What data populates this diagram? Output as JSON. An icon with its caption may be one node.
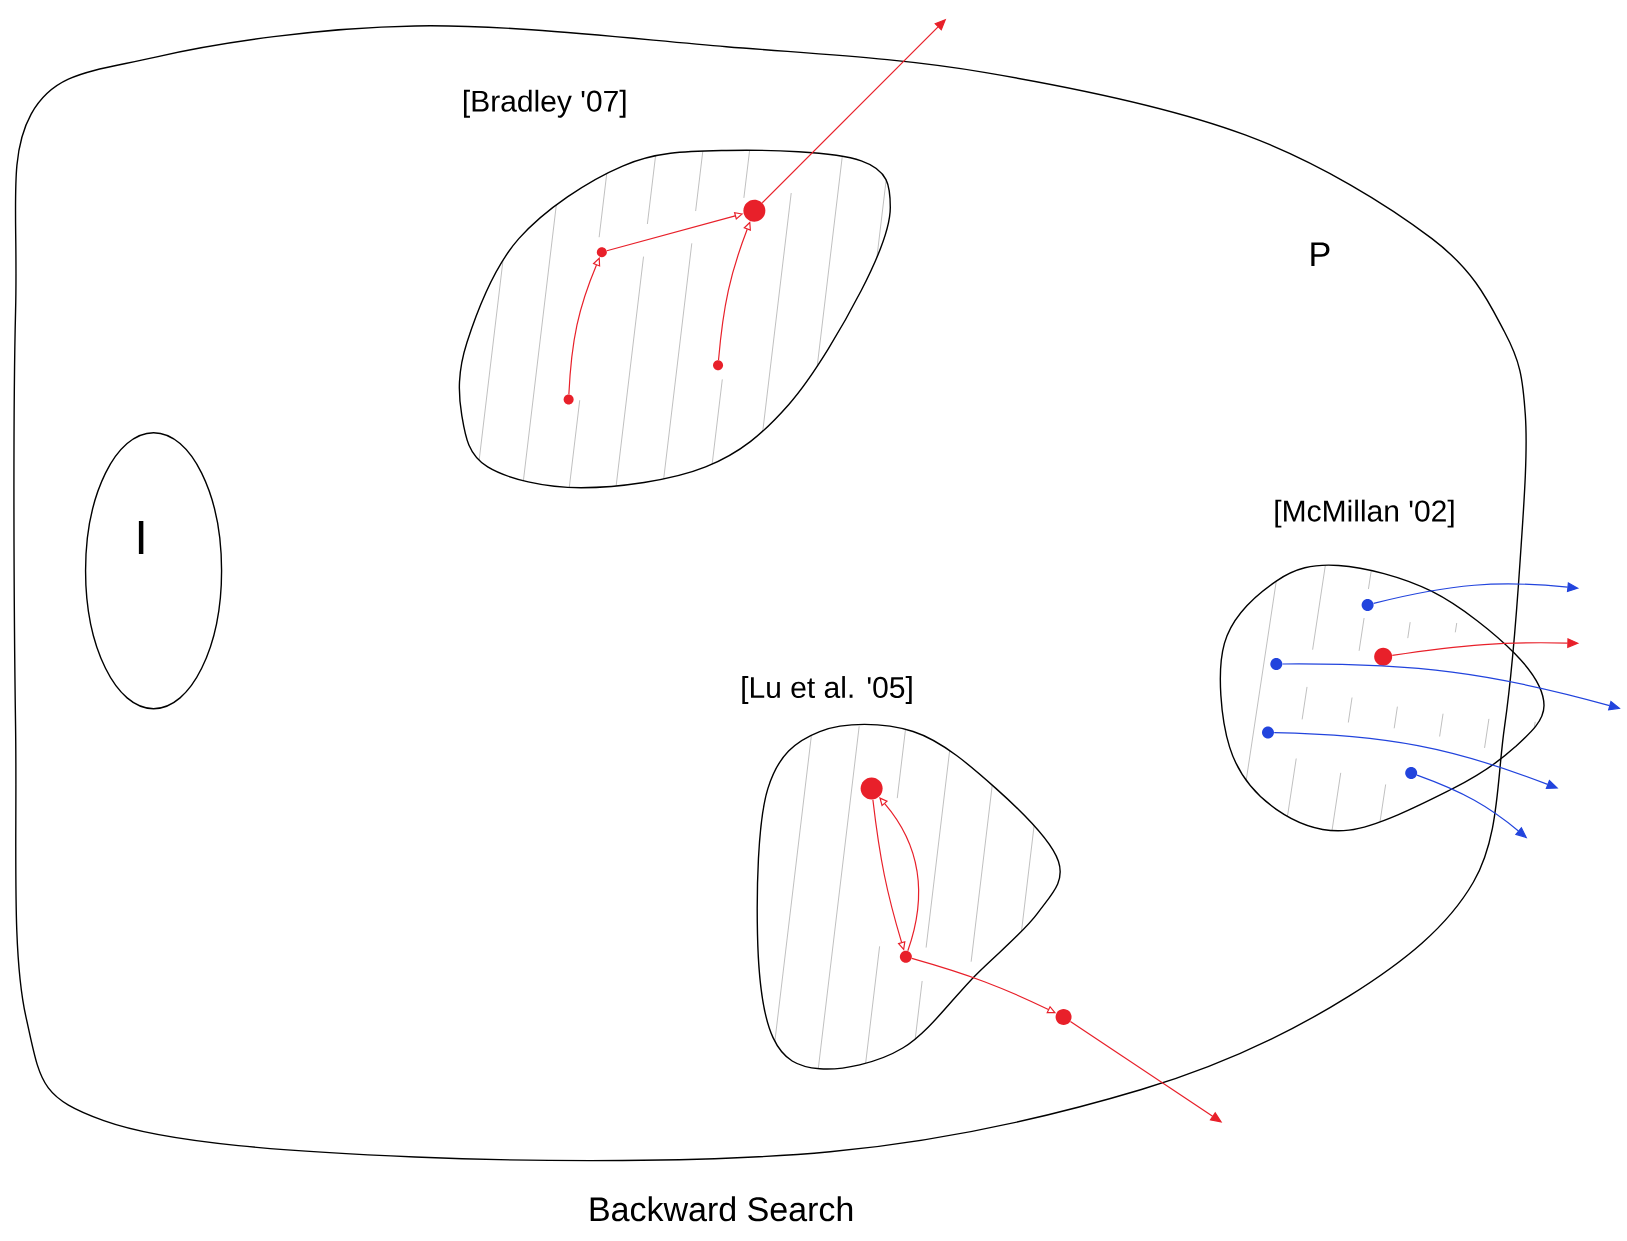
{
  "diagram": {
    "caption": "Backward Search",
    "nodes": [
      {
        "text": [
          "P"
        ]
      },
      {
        "text": [
          "I"
        ],
        "in": 0
      },
      {
        "text": [
          "[Bradley '07]"
        ],
        "in": 0
      },
      {
        "text": [],
        "shape": "circle",
        "in": 2
      },
      {
        "text": [],
        "shape": "circle",
        "in": 2
      },
      {
        "text": [],
        "shape": "circle",
        "in": 2
      },
      {
        "text": [],
        "shape": "circle",
        "in": 2
      },
      {
        "text": [
          "[Lu et al. '05]"
        ],
        "in": 0
      },
      {
        "text": [],
        "shape": "circle",
        "in": 7
      },
      {
        "text": [],
        "shape": "circle",
        "in": 7
      },
      {
        "text": [],
        "shape": "circle",
        "in": 0
      },
      {
        "text": [
          "[McMillan '02]"
        ],
        "in": 0
      },
      {
        "text": [],
        "shape": "circle",
        "in": 11
      },
      {
        "text": [],
        "shape": "circle",
        "in": 11
      },
      {
        "text": [],
        "shape": "circle",
        "in": 11
      },
      {
        "text": [],
        "shape": "circle",
        "in": 11
      },
      {
        "text": [],
        "shape": "circle",
        "in": 11
      }
    ],
    "edges": [
      {
        "from": 3,
        "to": 4,
        "arrow": "to"
      },
      {
        "from": 5,
        "to": 6,
        "arrow": "to"
      },
      {
        "from": 4,
        "to": 6,
        "arrow": "to"
      },
      {
        "from": 6,
        "to": null,
        "arrow": "to"
      },
      {
        "from": 8,
        "to": 9,
        "arrow": "to"
      },
      {
        "from": 9,
        "to": 8,
        "arrow": "to"
      },
      {
        "from": 9,
        "to": 10,
        "arrow": "to"
      },
      {
        "from": 10,
        "to": null,
        "arrow": "to"
      },
      {
        "from": 12,
        "to": null,
        "arrow": "to",
        "color": "#2244dd"
      },
      {
        "from": 13,
        "to": null,
        "arrow": "to"
      },
      {
        "from": 14,
        "to": null,
        "arrow": "to",
        "color": "#2244dd"
      },
      {
        "from": 15,
        "to": null,
        "arrow": "to",
        "color": "#2244dd"
      },
      {
        "from": 16,
        "to": null,
        "arrow": "to",
        "color": "#2244dd"
      }
    ]
  }
}
